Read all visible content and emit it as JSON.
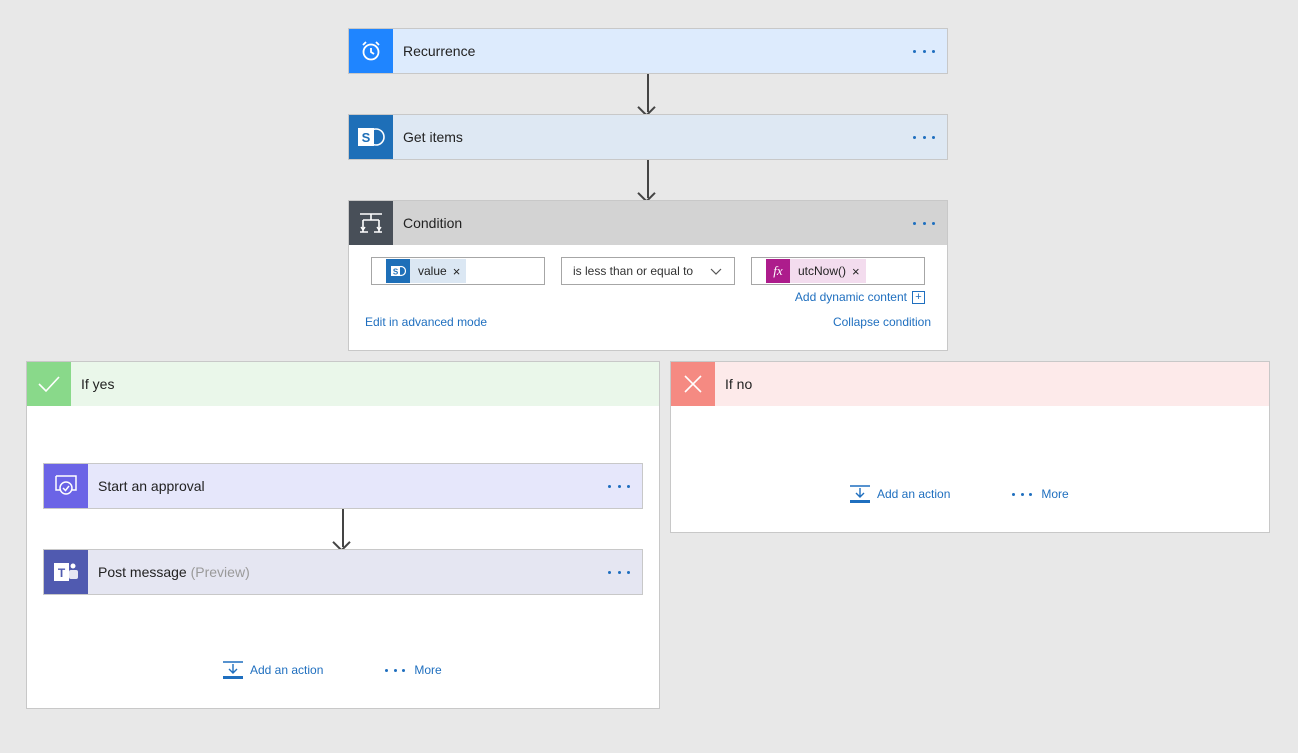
{
  "steps": {
    "recurrence": {
      "title": "Recurrence",
      "color": "#1f85ff",
      "header_bg": "#ddebfd"
    },
    "get_items": {
      "title": "Get items",
      "color": "#1e6fb8",
      "header_bg": "#dee8f3"
    },
    "condition": {
      "title": "Condition",
      "color": "#484f58",
      "header_bg": "#d3d3d3",
      "left_token": "value",
      "operator": "is less than or equal to",
      "right_token": "utcNow()",
      "add_dynamic": "Add dynamic content",
      "advanced_link": "Edit in advanced mode",
      "collapse_link": "Collapse condition"
    }
  },
  "branches": {
    "yes": {
      "title": "If yes",
      "color": "#89d98a",
      "header_bg": "#eaf7ea",
      "actions": [
        {
          "title": "Start an approval",
          "suffix": "",
          "color": "#6b64e6",
          "header_bg": "#e6e7fb"
        },
        {
          "title": "Post message",
          "suffix": "(Preview)",
          "color": "#505ab0",
          "header_bg": "#e5e6f2"
        }
      ],
      "add_action": "Add an action",
      "more": "More"
    },
    "no": {
      "title": "If no",
      "color": "#f58a82",
      "header_bg": "#fdeaea",
      "add_action": "Add an action",
      "more": "More"
    }
  },
  "icons": {
    "recurrence": "alarm-clock-icon",
    "get_items": "sharepoint-icon",
    "condition": "condition-icon",
    "yes": "checkmark-icon",
    "no": "close-icon",
    "approval": "approval-icon",
    "teams": "teams-icon",
    "more": "ellipsis-icon",
    "add_action": "add-action-icon"
  }
}
